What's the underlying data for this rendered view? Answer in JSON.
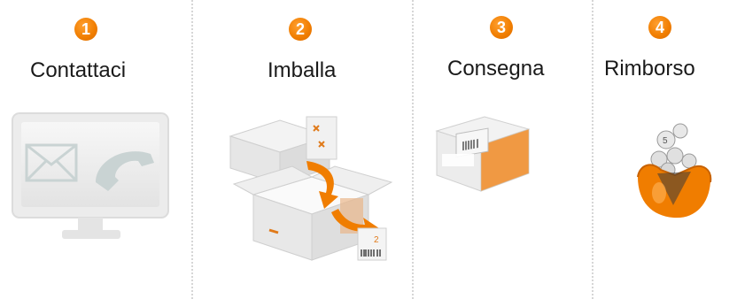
{
  "steps": [
    {
      "number": "1",
      "title": "Contattaci",
      "icon": "contact-monitor-icon"
    },
    {
      "number": "2",
      "title": "Imballa",
      "icon": "pack-box-icon"
    },
    {
      "number": "3",
      "title": "Consegna",
      "icon": "deliver-parcel-icon"
    },
    {
      "number": "4",
      "title": "Rimborso",
      "icon": "refund-wallet-icon"
    }
  ],
  "colors": {
    "accent": "#f07d00",
    "divider": "#d6d6d6",
    "text": "#1a1a1a"
  }
}
